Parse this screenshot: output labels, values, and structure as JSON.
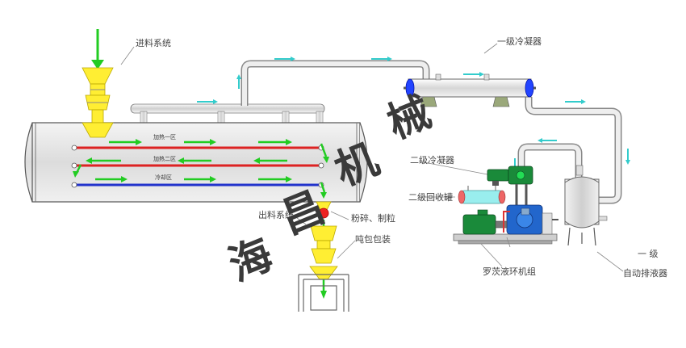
{
  "labels": {
    "feed_system": "进料系统",
    "discharge_system": "出料系统",
    "crush_granulate": "粉碎、制粒",
    "ton_bag_packing": "吨包包装",
    "primary_condenser": "一级冷凝器",
    "secondary_condenser": "二级冷凝器",
    "secondary_recovery_tank": "二级回收罐",
    "roots_liquid_ring_unit": "罗茨液环机组",
    "auto_drain_line1": "一  级",
    "auto_drain_line2": "自动排液器"
  },
  "tube_labels": {
    "heating_zone_1": "加热一区",
    "heating_zone_2": "加热二区",
    "cooling_zone": "冷却区"
  },
  "watermark": [
    "海",
    "昌",
    "机",
    "械"
  ],
  "colors": {
    "shell_fill": "#e2e2e2",
    "shell_stroke": "#555555",
    "hopper_yellow": "#ffee33",
    "flow_arrow_green": "#22cc22",
    "vapor_arrow_cyan": "#33cccc",
    "heating_red": "#dd2222",
    "cooling_blue": "#2233cc",
    "condenser_blue": "#2244ff",
    "pump_green": "#1a8a3a",
    "pump_blue": "#2266cc",
    "recovery_cyan": "#99eeee"
  }
}
